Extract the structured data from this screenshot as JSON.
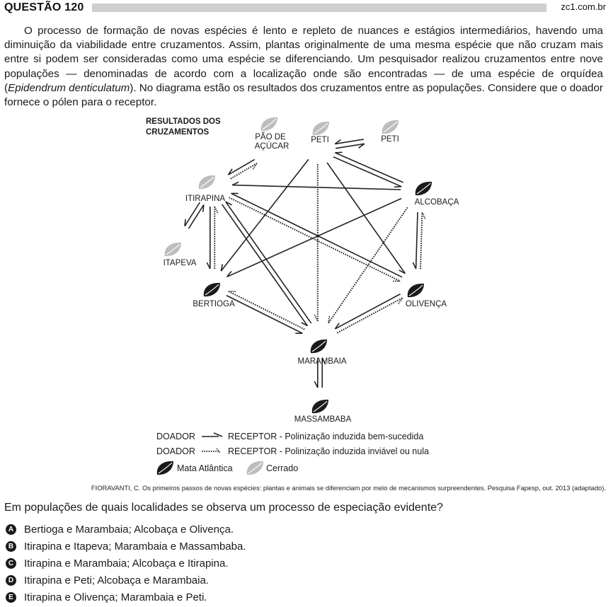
{
  "header": {
    "title": "QUESTÃO 120",
    "site": "zc1.com.br"
  },
  "intro": {
    "text_before_italic": "O processo de formação de novas espécies é lento e repleto de nuances e estágios intermediários, havendo uma diminuição da viabilidade entre cruzamentos. Assim, plantas originalmente de uma mesma espécie que não cruzam mais entre si podem ser consideradas como uma espécie se diferenciando. Um pesquisador realizou cruzamentos entre nove populações — denominadas de acordo com a localização onde são encontradas — de uma espécie de orquídea (",
    "italic": "Epidendrum denticulatum",
    "text_after_italic": "). No diagrama estão os resultados dos cruzamentos entre as populações. Considere que o doador fornece o pólen para o receptor."
  },
  "diagram": {
    "title_line1": "RESULTADOS DOS",
    "title_line2": "CRUZAMENTOS",
    "nodes": {
      "pao": {
        "line1": "PÃO DE",
        "line2": "AÇÚCAR",
        "biome": "cerrado"
      },
      "peti": {
        "label": "PETI",
        "biome": "cerrado"
      },
      "peti2": {
        "label": "PETI",
        "biome": "cerrado"
      },
      "itirapina": {
        "label": "ITIRAPINA",
        "biome": "cerrado"
      },
      "alcobaca": {
        "label": "ALCOBAÇA",
        "biome": "mata"
      },
      "itapeva": {
        "label": "ITAPEVA",
        "biome": "cerrado"
      },
      "bertioga": {
        "label": "BERTIOGA",
        "biome": "mata"
      },
      "olivenca": {
        "label": "OLIVENÇA",
        "biome": "mata"
      },
      "marambaia": {
        "label": "MARAMBAIA",
        "biome": "mata"
      },
      "massambaba": {
        "label": "MASSAMBABA",
        "biome": "mata"
      }
    },
    "crosses": [
      {
        "from": "pao",
        "to": "itirapina",
        "result": "success"
      },
      {
        "from": "itirapina",
        "to": "pao",
        "result": "fail"
      },
      {
        "from": "peti",
        "to": "peti2",
        "result": "success"
      },
      {
        "from": "peti2",
        "to": "peti",
        "result": "success"
      },
      {
        "from": "peti",
        "to": "alcobaca",
        "result": "success"
      },
      {
        "from": "alcobaca",
        "to": "peti",
        "result": "success"
      },
      {
        "from": "alcobaca",
        "to": "itirapina",
        "result": "success"
      },
      {
        "from": "itirapina",
        "to": "itapeva",
        "result": "success"
      },
      {
        "from": "itapeva",
        "to": "itirapina",
        "result": "success"
      },
      {
        "from": "itirapina",
        "to": "bertioga",
        "result": "success"
      },
      {
        "from": "bertioga",
        "to": "itirapina",
        "result": "fail"
      },
      {
        "from": "itirapina",
        "to": "marambaia",
        "result": "success"
      },
      {
        "from": "marambaia",
        "to": "itirapina",
        "result": "success"
      },
      {
        "from": "itirapina",
        "to": "olivenca",
        "result": "fail"
      },
      {
        "from": "olivenca",
        "to": "itirapina",
        "result": "success"
      },
      {
        "from": "peti",
        "to": "bertioga",
        "result": "success"
      },
      {
        "from": "peti",
        "to": "marambaia",
        "result": "fail"
      },
      {
        "from": "peti",
        "to": "olivenca",
        "result": "success"
      },
      {
        "from": "alcobaca",
        "to": "bertioga",
        "result": "success"
      },
      {
        "from": "alcobaca",
        "to": "marambaia",
        "result": "fail"
      },
      {
        "from": "olivenca",
        "to": "marambaia",
        "result": "success"
      },
      {
        "from": "marambaia",
        "to": "olivenca",
        "result": "fail"
      },
      {
        "from": "alcobaca",
        "to": "olivenca",
        "result": "success"
      },
      {
        "from": "olivenca",
        "to": "alcobaca",
        "result": "fail"
      },
      {
        "from": "bertioga",
        "to": "marambaia",
        "result": "success"
      },
      {
        "from": "marambaia",
        "to": "bertioga",
        "result": "fail"
      },
      {
        "from": "marambaia",
        "to": "massambaba",
        "result": "success"
      },
      {
        "from": "massambaba",
        "to": "marambaia",
        "result": "success"
      }
    ],
    "legend": {
      "donor": "DOADOR",
      "success_text": "RECEPTOR - Polinização induzida bem-sucedida",
      "fail_text": "RECEPTOR - Polinização induzida inviável ou nula",
      "mata": "Mata Atlântica",
      "cerrado": "Cerrado"
    },
    "colors": {
      "mata": "#1a1a1a",
      "cerrado": "#bdbdbd",
      "line": "#222222"
    }
  },
  "caption": "FIORAVANTI, C. Os primeiros passos de novas espécies: plantas e animais se diferenciam por meio de mecanismos surpreendentes. Pesquisa Fapesp, out. 2013 (adaptado).",
  "question": "Em populações de quais localidades se observa um processo de especiação evidente?",
  "options": [
    {
      "letter": "A",
      "text": "Bertioga e Marambaia; Alcobaça e Olivença."
    },
    {
      "letter": "B",
      "text": "Itirapina e Itapeva; Marambaia e Massambaba."
    },
    {
      "letter": "C",
      "text": "Itirapina e Marambaia; Alcobaça e Itirapina."
    },
    {
      "letter": "D",
      "text": "Itirapina e Peti; Alcobaça e Marambaia."
    },
    {
      "letter": "E",
      "text": "Itirapina e Olivença; Marambaia e Peti."
    }
  ]
}
